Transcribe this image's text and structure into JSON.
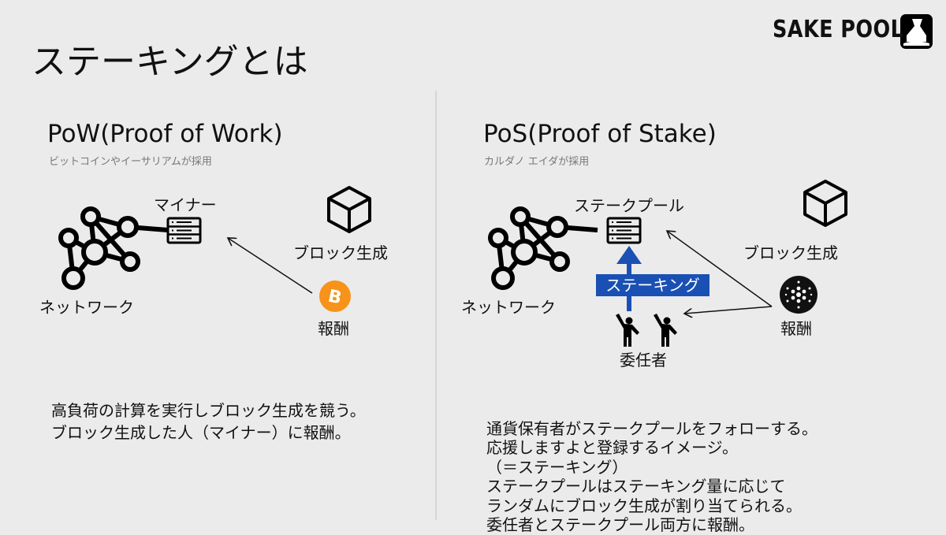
{
  "title": "ステーキングとは",
  "logo": {
    "text": "SAKE POOL",
    "icon": "sake-bottle-icon"
  },
  "pow": {
    "heading": "PoW(Proof of Work)",
    "subtitle": "ビットコインやイーサリアムが採用",
    "miner_label": "マイナー",
    "block_label": "ブロック生成",
    "network_label": "ネットワーク",
    "reward_label": "報酬",
    "reward_icon": "bitcoin-icon",
    "description": [
      "高負荷の計算を実行しブロック生成を競う。",
      "ブロック生成した人（マイナー）に報酬。"
    ]
  },
  "pos": {
    "heading": "PoS(Proof of Stake)",
    "subtitle": "カルダノ エイダが採用",
    "pool_label": "ステークプール",
    "block_label": "ブロック生成",
    "network_label": "ネットワーク",
    "staking_label": "ステーキング",
    "delegator_label": "委任者",
    "reward_label": "報酬",
    "reward_icon": "cardano-icon",
    "description": [
      "通貨保有者がステークプールをフォローする。",
      "応援しますよと登録するイメージ。",
      "（＝ステーキング）",
      "ステークプールはステーキング量に応じて",
      "ランダムにブロック生成が割り当てられる。",
      "委任者とステークプール両方に報酬。"
    ]
  },
  "colors": {
    "background": "#ebebeb",
    "staking_blue": "#1a50b4",
    "bitcoin": "#f7931a"
  }
}
